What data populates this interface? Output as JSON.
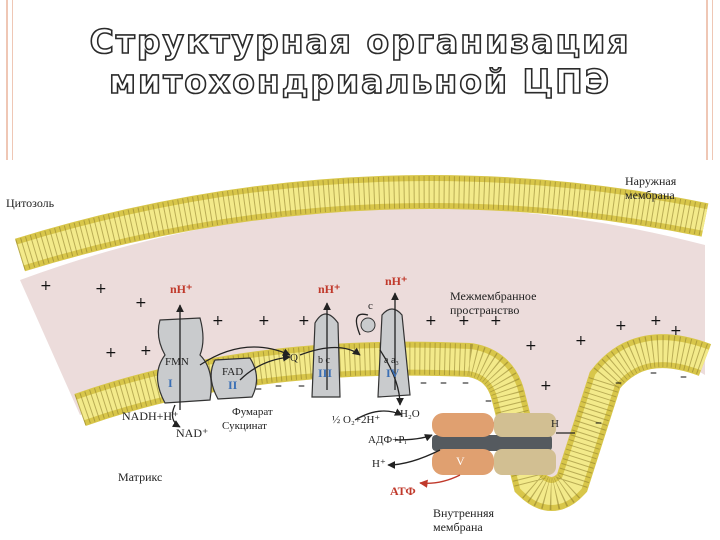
{
  "title": {
    "line1": "Структурная организация",
    "line2": "митохондриальной ЦПЭ"
  },
  "labels": {
    "cytosol": "Цитозоль",
    "outer_membrane_1": "Наружная",
    "outer_membrane_2": "мембрана",
    "intermembrane_1": "Межмембранное",
    "intermembrane_2": "пространство",
    "matrix": "Матрикс",
    "inner_membrane_1": "Внутренняя",
    "inner_membrane_2": "мембрана",
    "nh_1": "nH⁺",
    "nh_3": "nH⁺",
    "nh_4": "nH⁺",
    "c": "c",
    "q": "Q",
    "fmn": "FMN",
    "fad": "FAD",
    "bc": "b c",
    "aa3": "a a₃",
    "c1_num": "I",
    "c2_num": "II",
    "c3_num": "III",
    "c4_num": "IV",
    "c5_num": "V",
    "nadh": "NADH+H⁺",
    "nad": "NAD⁺",
    "fumarate": "Фумарат",
    "succinate": "Сукцинат",
    "o2": "½ O₂+2H⁺",
    "h2o": "H₂O",
    "adp": "АДФ+Pᵢ",
    "h_plus": "H⁺",
    "h_top": "H",
    "atp": "АТФ"
  },
  "colors": {
    "membrane_head": "#d8c64a",
    "membrane_tail": "#f3ea8a",
    "intermembrane_fill": "#ecdcdb",
    "complex_fill": "#c9cbcd",
    "atp_synthase_head": "#e0a070",
    "atp_synthase_base": "#d2bf92",
    "atp_synthase_stalk": "#555a5f",
    "number_blue": "#3a6fb5",
    "label_red": "#c0392b",
    "title_stroke": "#2b2b2b",
    "decor_line": "#efc7b5"
  }
}
